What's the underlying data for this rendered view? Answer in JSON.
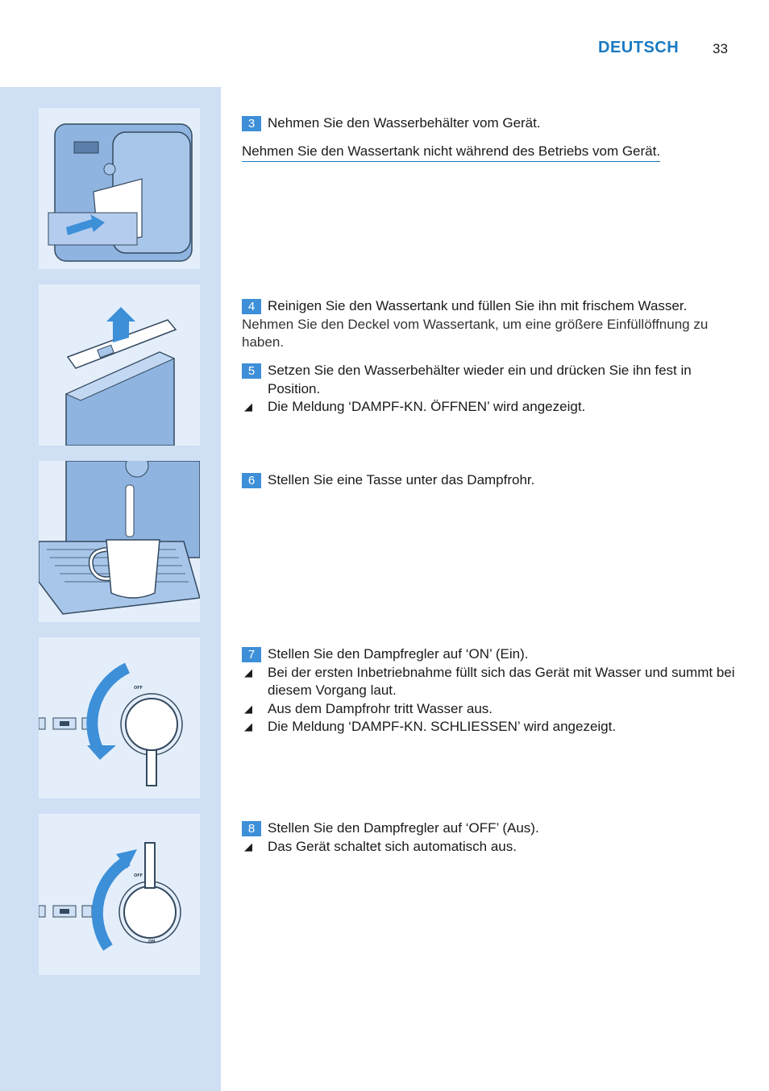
{
  "header": {
    "language": "DEUTSCH",
    "page_number": "33"
  },
  "steps": [
    {
      "number": "3",
      "text": "Nehmen Sie den Wasserbehälter vom Gerät.",
      "warning": "Nehmen Sie den Wassertank nicht während des Betriebs vom Gerät."
    },
    {
      "number": "4",
      "text": "Reinigen Sie den Wassertank und füllen Sie ihn mit frischem Wasser.",
      "note": "Nehmen Sie den Deckel vom Wassertank, um eine größere Einfüllöffnung zu haben."
    },
    {
      "number": "5",
      "text": "Setzen Sie den Wasserbehälter wieder ein und drücken Sie ihn fest in Position.",
      "bullets": [
        "Die Meldung ‘DAMPF-KN. ÖFFNEN’ wird angezeigt."
      ]
    },
    {
      "number": "6",
      "text": "Stellen Sie eine Tasse unter das Dampfrohr."
    },
    {
      "number": "7",
      "text": "Stellen Sie den Dampfregler auf ‘ON’ (Ein).",
      "bullets": [
        "Bei der ersten Inbetriebnahme füllt sich das Gerät mit Wasser und summt bei diesem Vorgang laut.",
        "Aus dem Dampfrohr tritt Wasser aus.",
        "Die Meldung ‘DAMPF-KN. SCHLIESSEN’ wird angezeigt."
      ]
    },
    {
      "number": "8",
      "text": "Stellen Sie den Dampfregler auf ‘OFF’ (Aus).",
      "bullets": [
        "Das Gerät schaltet sich automatisch aus."
      ]
    }
  ],
  "illustrations": {
    "knob_off_label": "OFF",
    "knob_on_label": "ON"
  },
  "colors": {
    "accent": "#1a7ac2",
    "sidebar": "#cfe0f5",
    "step_badge": "#3d8fd8"
  }
}
